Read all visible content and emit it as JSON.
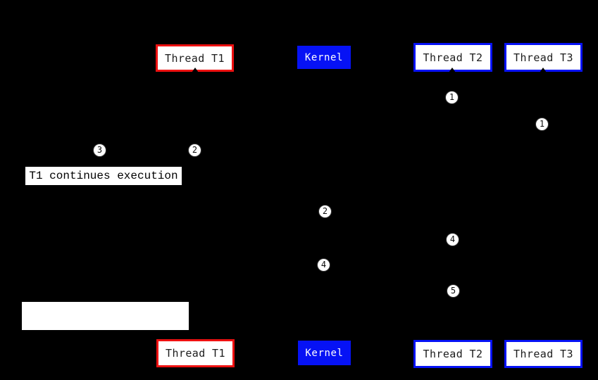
{
  "diagram": {
    "background": "#000000",
    "colors": {
      "red_border": "#ee1111",
      "blue": "#0612f5",
      "box_fill": "#ffffff",
      "box_text": "#1c1c1c",
      "kernel_text": "#ffffff"
    }
  },
  "top_row": {
    "thread_t1": "Thread T1",
    "kernel": "Kernel",
    "thread_t2": "Thread T2",
    "thread_t3": "Thread T3"
  },
  "bottom_row": {
    "thread_t1": "Thread T1",
    "kernel": "Kernel",
    "thread_t2": "Thread T2",
    "thread_t3": "Thread T3"
  },
  "step_badges": {
    "t2_step1": "1",
    "t3_step1": "1",
    "t1_step2": "2",
    "t1_step3": "3",
    "kernel_step2": "2",
    "t2_step4": "4",
    "kernel_step4": "4",
    "t2_step5": "5"
  },
  "annotation": {
    "text": "T1 continues execution"
  }
}
